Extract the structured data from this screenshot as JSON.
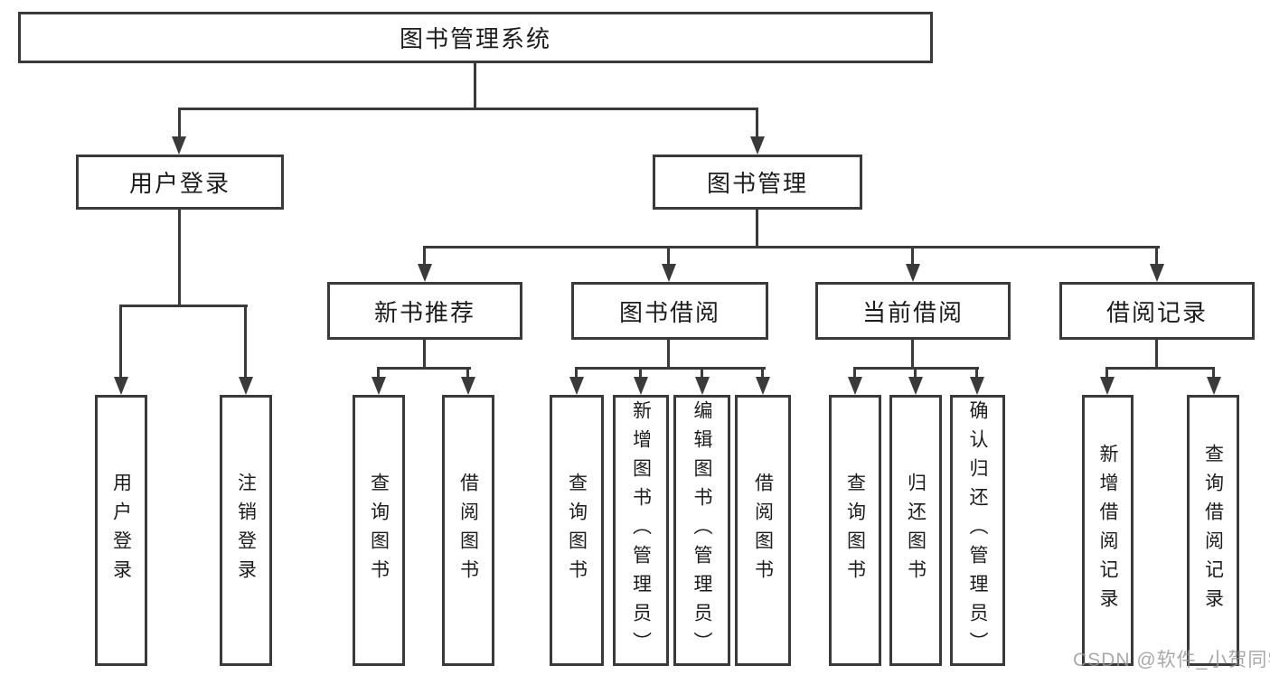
{
  "tree": {
    "label": "图书管理系统",
    "children": [
      {
        "label": "用户登录",
        "children": [
          {
            "label": "用户登录"
          },
          {
            "label": "注销登录"
          }
        ]
      },
      {
        "label": "图书管理",
        "children": [
          {
            "label": "新书推荐",
            "children": [
              {
                "label": "查询图书"
              },
              {
                "label": "借阅图书"
              }
            ]
          },
          {
            "label": "图书借阅",
            "children": [
              {
                "label": "查询图书"
              },
              {
                "label": "新增图书（管理员）"
              },
              {
                "label": "编辑图书（管理员）"
              },
              {
                "label": "借阅图书"
              }
            ]
          },
          {
            "label": "当前借阅",
            "children": [
              {
                "label": "查询图书"
              },
              {
                "label": "归还图书"
              },
              {
                "label": "确认归还（管理员）"
              }
            ]
          },
          {
            "label": "借阅记录",
            "children": [
              {
                "label": "新增借阅记录"
              },
              {
                "label": "查询借阅记录"
              }
            ]
          }
        ]
      }
    ]
  },
  "watermark": {
    "text": "CSDN @软件_小贺同学"
  },
  "colors": {
    "line": "#3a3a3a",
    "text": "#1c1c1c",
    "watermark": "#969696",
    "background": "#ffffff"
  }
}
